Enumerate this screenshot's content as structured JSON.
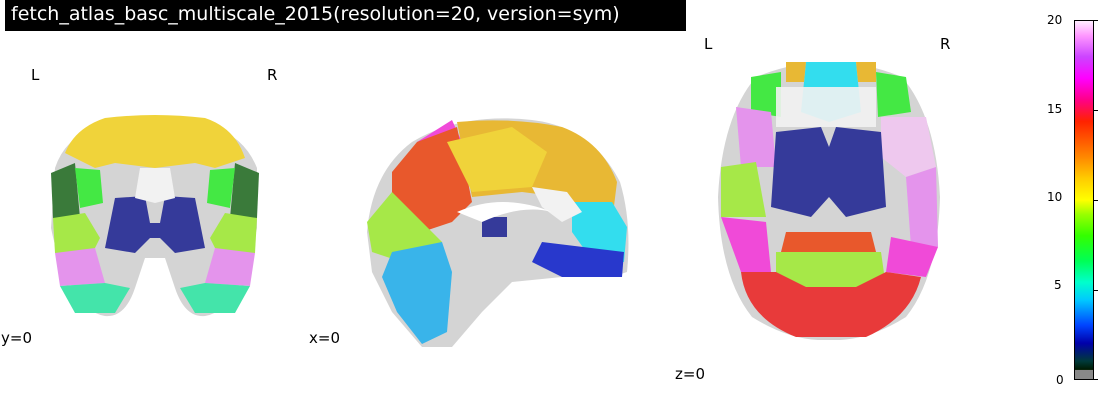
{
  "title": "fetch_atlas_basc_multiscale_2015(resolution=20, version=sym)",
  "coronal": {
    "left": "L",
    "right": "R",
    "coord": "y=0"
  },
  "sagittal": {
    "coord": "x=0"
  },
  "axial": {
    "left": "L",
    "right": "R",
    "coord": "z=0"
  },
  "colorbar": {
    "ticks": [
      "20",
      "15",
      "10",
      "5",
      "0"
    ],
    "min": 0,
    "max": 20
  },
  "colors": {
    "yellow": "#f0d33a",
    "navy": "#353a9a",
    "darkgreen": "#3a7a3a",
    "green": "#44e844",
    "lightgreen": "#a6e848",
    "pink": "#e494ec",
    "magenta": "#f04ad8",
    "teal": "#44e4aa",
    "orange": "#e8582c",
    "gold": "#e8b834",
    "cyan": "#33ddee",
    "lightblue": "#39b4ea",
    "blue": "#2838cc",
    "red": "#e83a3a",
    "lavender": "#eec8ee",
    "gray": "#c8c8c8"
  }
}
